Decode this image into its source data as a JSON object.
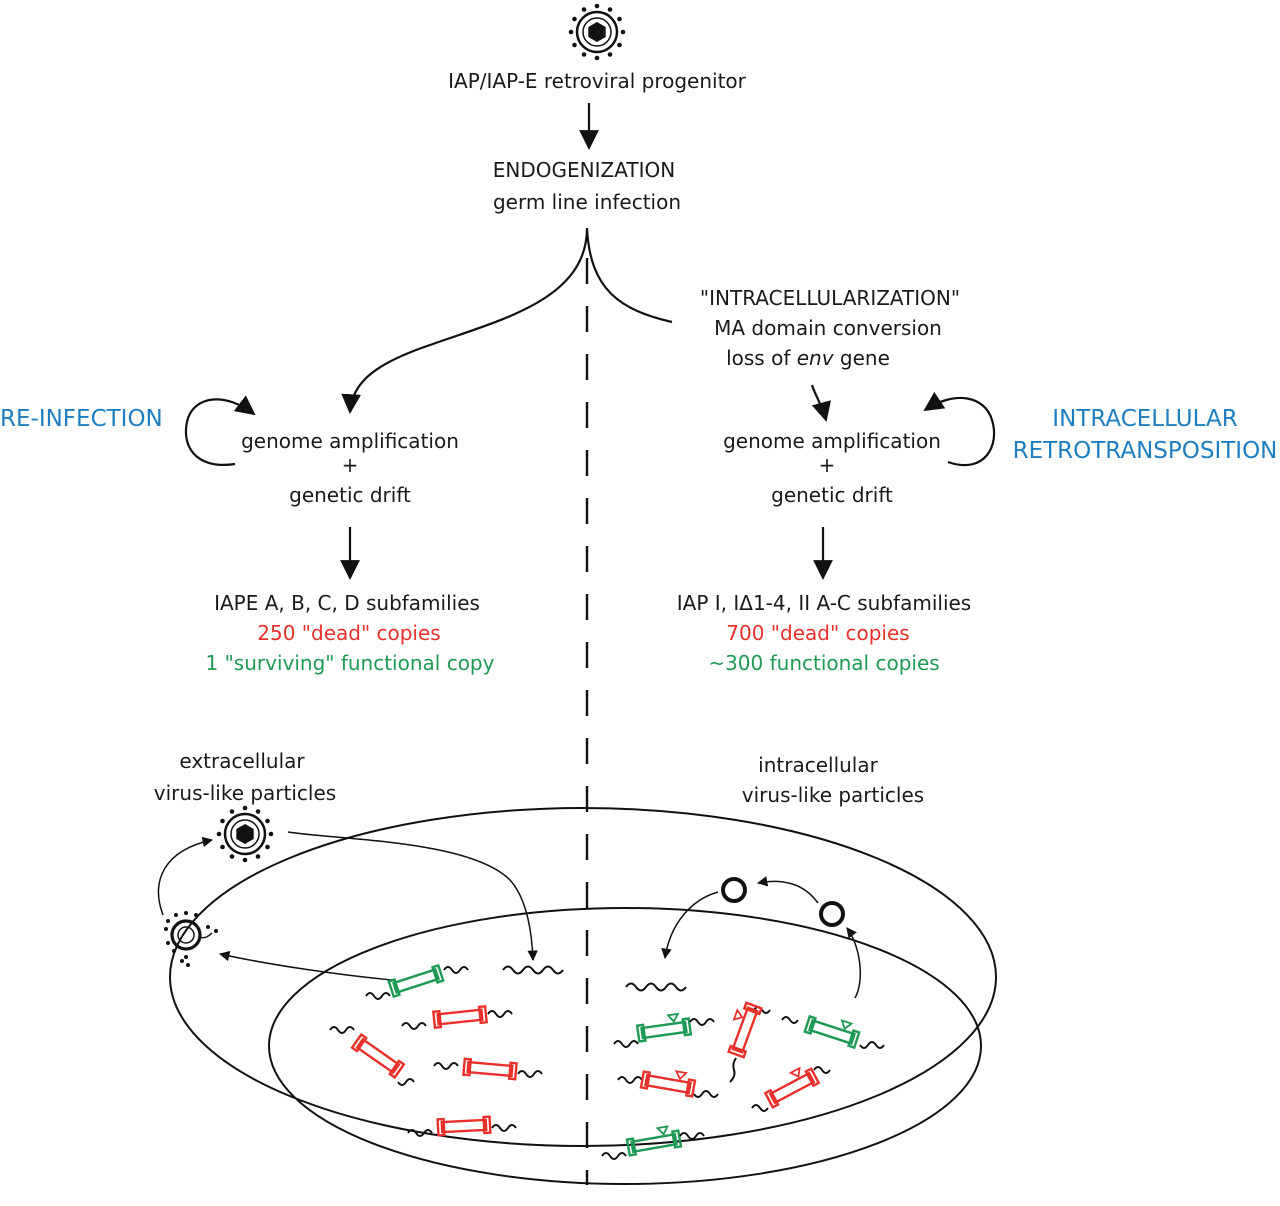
{
  "top": {
    "progenitor_label": "IAP/IAP-E retroviral progenitor",
    "endogenization_title": "ENDOGENIZATION",
    "endogenization_subtitle": "germ line infection"
  },
  "right_branch": {
    "intracellularization_title": "\"INTRACELLULARIZATION\"",
    "line2": "MA domain conversion",
    "line3_prefix": "loss of ",
    "line3_italic": "env",
    "line3_suffix": " gene",
    "side_label_line1": "INTRACELLULAR",
    "side_label_line2": "RETROTRANSPOSITION",
    "amplification": "genome amplification",
    "plus": "+",
    "drift": "genetic drift",
    "subfamilies": "IAP I, IΔ1-4, II A-C subfamilies",
    "dead_copies": "700 \"dead\" copies",
    "functional_copies": "~300 functional copies",
    "particles_line1": "intracellular",
    "particles_line2": "virus-like particles"
  },
  "left_branch": {
    "side_label": "RE-INFECTION",
    "amplification": "genome amplification",
    "plus": "+",
    "drift": "genetic drift",
    "subfamilies": "IAPE A, B, C, D subfamilies",
    "dead_copies": "250 \"dead\" copies",
    "functional_copies": "1 \"surviving\" functional copy",
    "particles_line1": "extracellular",
    "particles_line2": "virus-like particles"
  },
  "colors": {
    "dead": "#e8312a",
    "functional": "#1f9a55",
    "mode_label": "#1d7fc1"
  }
}
